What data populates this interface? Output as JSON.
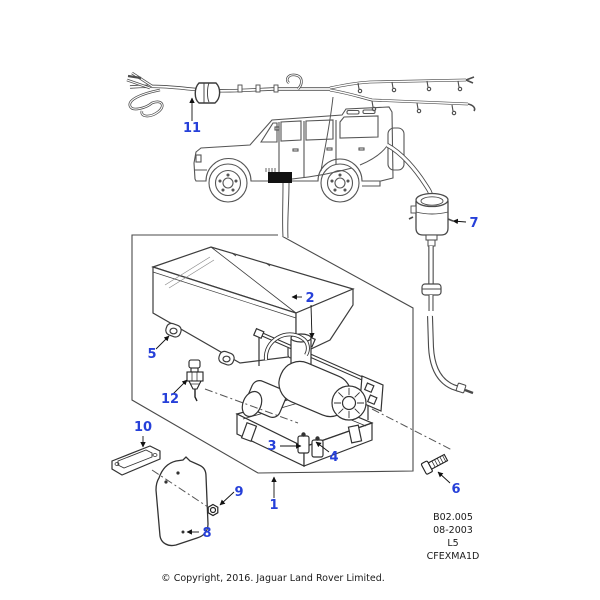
{
  "colors": {
    "callout": "#2640d9",
    "line_art": "#4a4a4a",
    "text": "#1a1a1a"
  },
  "callouts": [
    {
      "number": "1"
    },
    {
      "number": "2"
    },
    {
      "number": "3"
    },
    {
      "number": "4"
    },
    {
      "number": "5"
    },
    {
      "number": "6"
    },
    {
      "number": "7"
    },
    {
      "number": "8"
    },
    {
      "number": "9"
    },
    {
      "number": "10"
    },
    {
      "number": "11"
    },
    {
      "number": "12"
    }
  ],
  "info_block": {
    "line1": "B02.005",
    "line2": "08-2003",
    "line3": "L5",
    "line4": "CFEXMA1D"
  },
  "footer": {
    "copyright": "© Copyright, 2016. Jaguar Land Rover Limited."
  }
}
